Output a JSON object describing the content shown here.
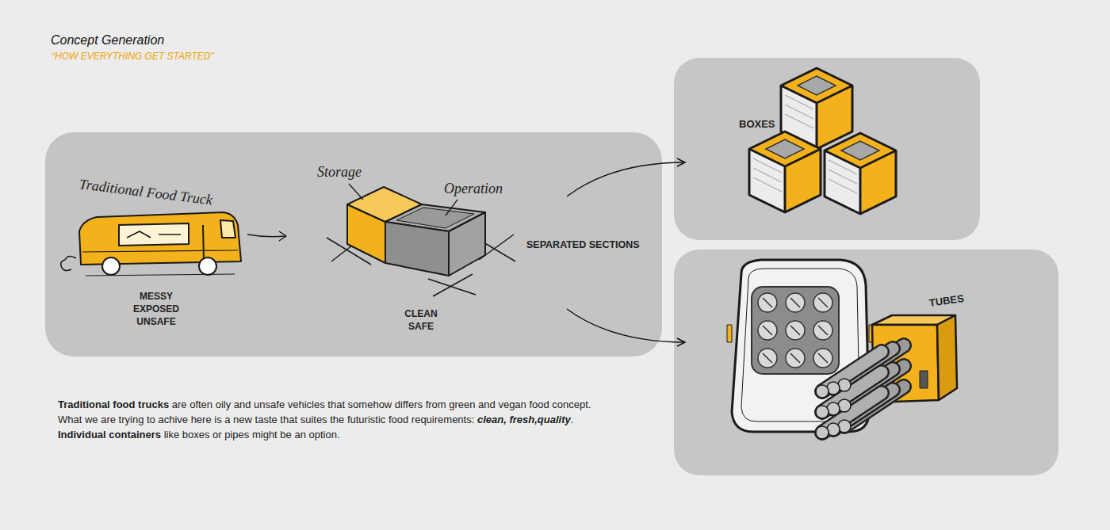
{
  "diagram": {
    "title": "Concept Generation",
    "nodes": [
      {
        "text": [
          "Traditional Food Truck",
          "MESSY EXPOSED UNSAFE",
          "Storage",
          "Operation",
          "CLEAN SAFE",
          "SEPARATED SECTIONS"
        ]
      },
      {
        "text": [
          "BOXES"
        ]
      },
      {
        "text": [
          "TUBES"
        ]
      }
    ],
    "edges": [
      {
        "from": 0,
        "to": 1,
        "arrow": "to"
      },
      {
        "from": 0,
        "to": 2,
        "arrow": "to"
      }
    ],
    "labels": [
      "“HOW EVERYTHING GET STARTED”",
      "Traditional food trucks",
      "are often oily and unsafe vehicles that somehow differs from green and vegan food concept.",
      "What we are trying to achive here is a new taste that suites the futuristic food requirements:",
      "clean, fresh,quality",
      ".",
      "Individual containers",
      "like boxes or pipes might be an option."
    ]
  }
}
